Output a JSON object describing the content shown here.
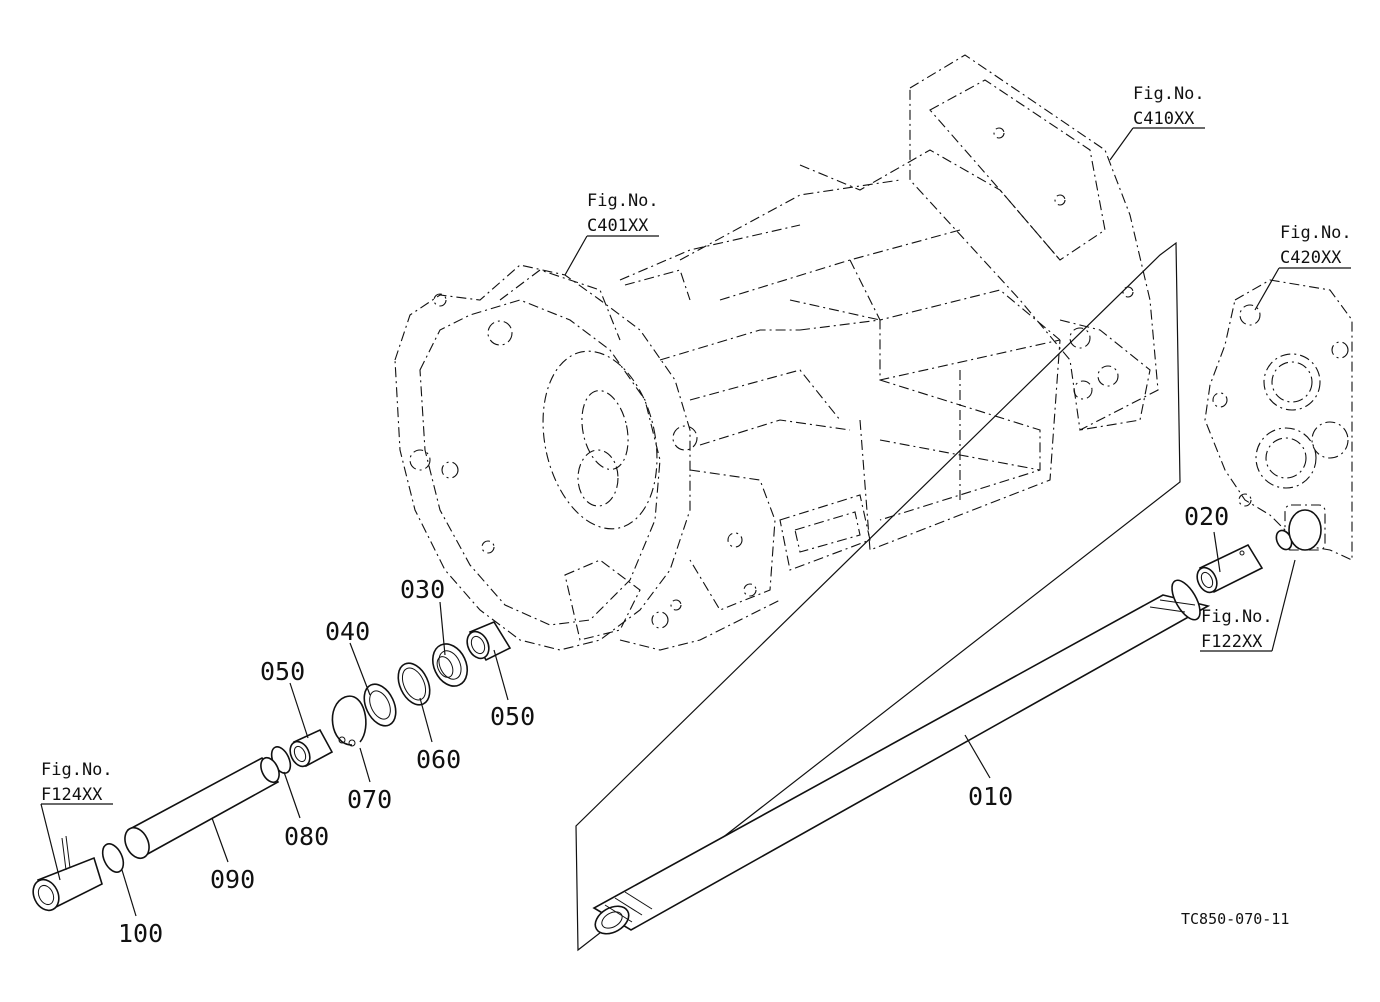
{
  "fig_refs": {
    "c410": {
      "line1": "Fig.No.",
      "line2": "C410XX"
    },
    "c401": {
      "line1": "Fig.No.",
      "line2": "C401XX"
    },
    "c420": {
      "line1": "Fig.No.",
      "line2": "C420XX"
    },
    "f122": {
      "line1": "Fig.No.",
      "line2": "F122XX"
    },
    "f124": {
      "line1": "Fig.No.",
      "line2": "F124XX"
    }
  },
  "parts": {
    "p010": "010",
    "p020": "020",
    "p030": "030",
    "p040": "040",
    "p050a": "050",
    "p050b": "050",
    "p060": "060",
    "p070": "070",
    "p080": "080",
    "p090": "090",
    "p100": "100"
  },
  "drawing_code": "TC850-070-11"
}
